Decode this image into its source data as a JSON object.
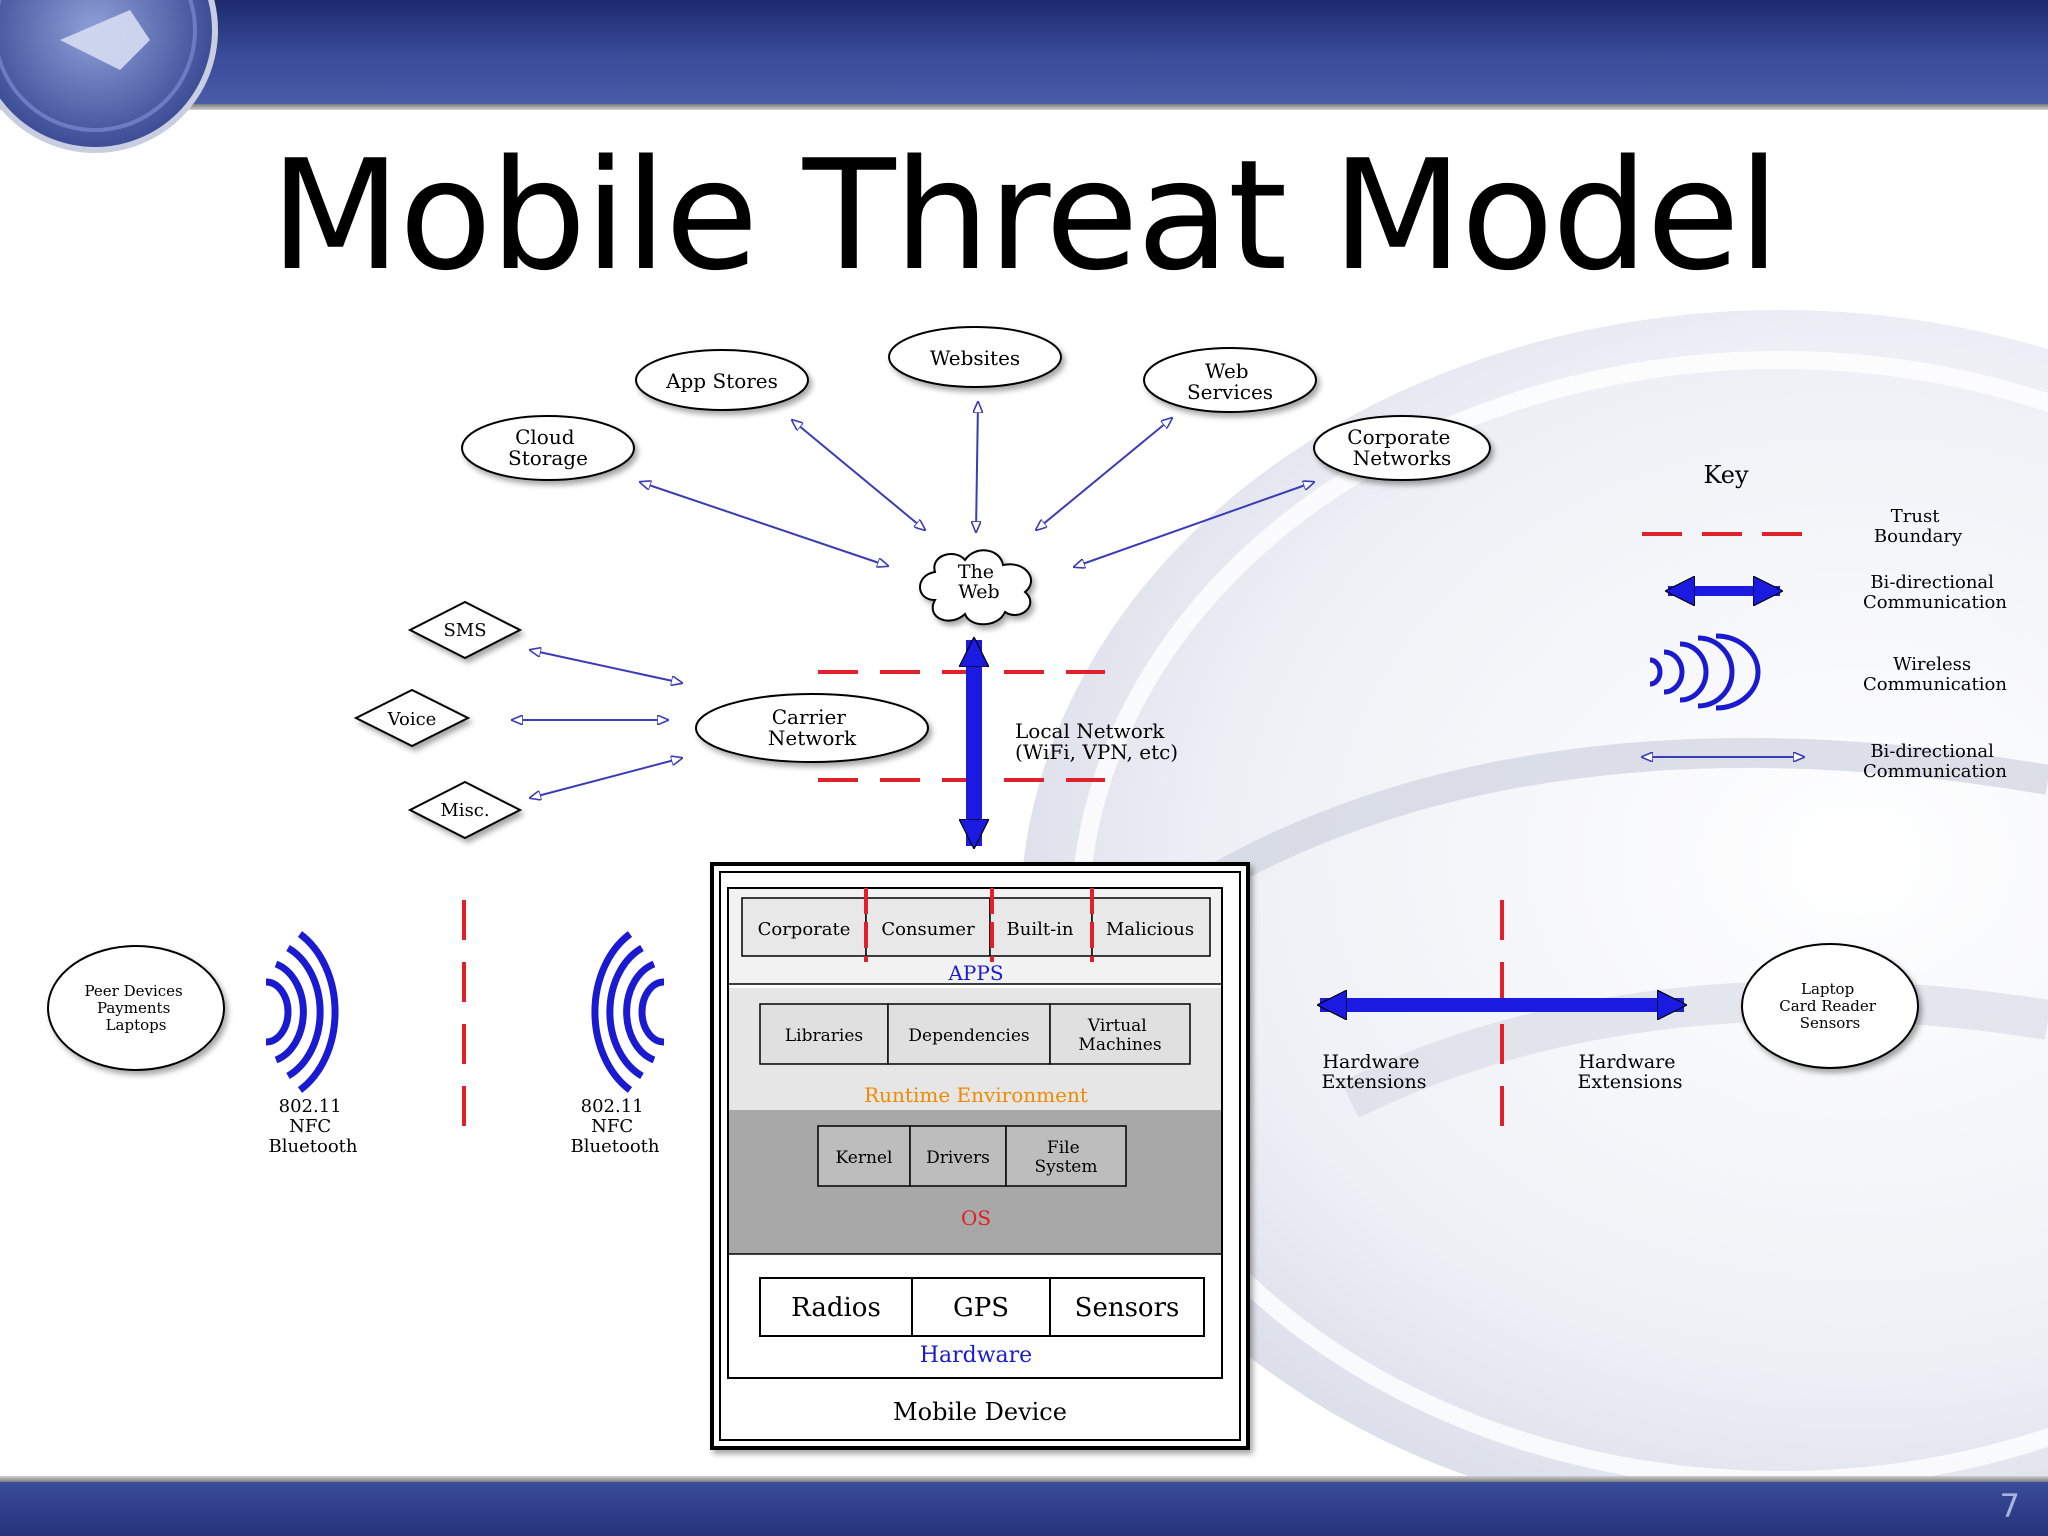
{
  "slide": {
    "title": "Mobile Threat Model",
    "number": "7"
  },
  "nodes": {
    "app_stores": "App Stores",
    "websites": "Websites",
    "web_services": [
      "Web",
      "Services"
    ],
    "cloud_storage": [
      "Cloud",
      "Storage"
    ],
    "corporate_networks": [
      "Corporate",
      "Networks"
    ],
    "the_web": [
      "The",
      "Web"
    ],
    "sms": "SMS",
    "voice": "Voice",
    "misc": "Misc.",
    "carrier_network": [
      "Carrier",
      "Network"
    ],
    "local_network": [
      "Local Network",
      "(WiFi, VPN, etc)"
    ],
    "peer_devices": [
      "Peer Devices",
      "Payments",
      "Laptops"
    ],
    "laptop_card_reader": [
      "Laptop",
      "Card Reader",
      "Sensors"
    ],
    "wireless_left": [
      "802.11",
      "NFC",
      "Bluetooth"
    ],
    "wireless_right": [
      "802.11",
      "NFC",
      "Bluetooth"
    ],
    "hw_ext_left": [
      "Hardware",
      "Extensions"
    ],
    "hw_ext_right": [
      "Hardware",
      "Extensions"
    ]
  },
  "device": {
    "apps": [
      "Corporate",
      "Consumer",
      "Built-in",
      "Malicious"
    ],
    "apps_label": "APPS",
    "runtime": [
      "Libraries",
      "Dependencies",
      [
        "Virtual",
        "Machines"
      ]
    ],
    "runtime_label": "Runtime Environment",
    "os": [
      "Kernel",
      "Drivers",
      [
        "File",
        "System"
      ]
    ],
    "os_label": "OS",
    "hardware": [
      "Radios",
      "GPS",
      "Sensors"
    ],
    "hardware_label": "Hardware",
    "label": "Mobile Device"
  },
  "key": {
    "title": "Key",
    "items": [
      {
        "symbol": "trust-boundary",
        "label": [
          "Trust",
          "Boundary"
        ]
      },
      {
        "symbol": "bidirectional-bold",
        "label": [
          "Bi-directional",
          "Communication"
        ]
      },
      {
        "symbol": "wireless",
        "label": [
          "Wireless",
          "Communication"
        ]
      },
      {
        "symbol": "bidirectional-thin",
        "label": [
          "Bi-directional",
          "Communication"
        ]
      }
    ]
  },
  "colors": {
    "header_blue": "#2c3c88",
    "trust_red": "#e0202a",
    "arrow_blue": "#1a1ae0",
    "thin_arrow": "#3b3bb8",
    "os_label": "#e02020",
    "runtime_label": "#f08a00",
    "apps_label": "#1a1ad0",
    "hardware_label": "#1a1ad0"
  }
}
